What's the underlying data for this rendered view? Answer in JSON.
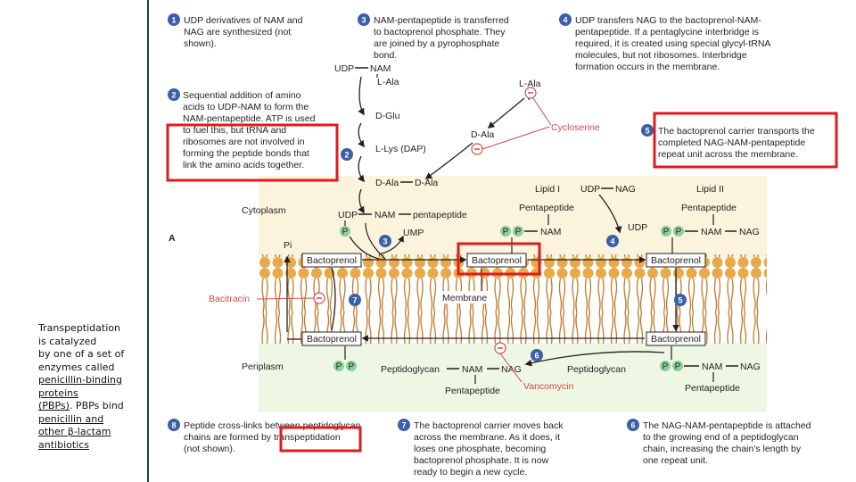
{
  "caption": {
    "line1": "Transpeptidation",
    "line2": "is catalyzed",
    "line3": "by one of a set of",
    "line4": "enzymes called",
    "line5": "penicillin-binding",
    "line6": "proteins",
    "line7a": "(PBPs)",
    "line7b": ". PBPs bind",
    "line8": "penicillin and",
    "line9": "other β-lactam",
    "line10": "antibiotics"
  },
  "steps": {
    "s1": {
      "num": "1",
      "l1": "UDP derivatives of NAM and",
      "l2": "NAG are synthesized (not",
      "l3": "shown)."
    },
    "s2": {
      "num": "2",
      "l1": "Sequential addition of amino",
      "l2": "acids to UDP-NAM to form the",
      "l3": "NAM-pentapeptide. ATP is used",
      "l4": "to fuel this, but tRNA and",
      "l5": "ribosomes are not involved in",
      "l6": "forming the peptide bonds that",
      "l7": "link the amino acids together."
    },
    "s3": {
      "num": "3",
      "l1": "NAM-pentapeptide is transferred",
      "l2": "to bactoprenol phosphate. They",
      "l3": "are joined by a pyrophosphate",
      "l4": "bond."
    },
    "s4": {
      "num": "4",
      "l1": "UDP transfers NAG to the bactoprenol-NAM-",
      "l2": "pentapeptide. If a pentaglycine interbridge is",
      "l3": "required, it is created using special glycyl-tRNA",
      "l4": "molecules, but not ribosomes. Interbridge",
      "l5": "formation occurs in the membrane."
    },
    "s5": {
      "num": "5",
      "l1": "The bactoprenol carrier transports the",
      "l2": "completed NAG-NAM-pentapeptide",
      "l3": "repeat unit across the membrane."
    },
    "s6": {
      "num": "6",
      "l1": "The NAG-NAM-pentapeptide is attached",
      "l2": "to the growing end of a peptidoglycan",
      "l3": "chain, increasing the chain's length  by",
      "l4": "one repeat unit."
    },
    "s7": {
      "num": "7",
      "l1": "The bactoprenol carrier moves back",
      "l2": "across the membrane. As it does, it",
      "l3": "loses one phosphate, becoming",
      "l4": "bactoprenol phosphate. It is now",
      "l5": "ready to begin a new cycle."
    },
    "s8": {
      "num": "8",
      "l1": "Peptide cross-links between peptidoglycan",
      "l2": "chains are formed by transpeptidation",
      "l3": "(not shown)."
    }
  },
  "labels": {
    "udp_nam_udp": "UDP",
    "udp_nam_nam": "NAM",
    "l_ala_chain": "L-Ala",
    "d_glu": "D-Glu",
    "l_lys": "L-Lys (DAP)",
    "d_ala_1": "D-Ala",
    "d_ala_2": "D-Ala",
    "l_ala_free": "L-Ala",
    "d_ala_free": "D-Ala",
    "cycloserine": "Cycloserine",
    "lipid1": "Lipid I",
    "lipid2": "Lipid II",
    "udp_nag_udp": "UDP",
    "udp_nag_nag": "NAG",
    "cytoplasm": "Cytoplasm",
    "periplasm": "Periplasm",
    "membrane": "Membrane",
    "panel": "A",
    "udp_mid": "UDP",
    "nam_mid": "NAM",
    "pentapeptide_mid": "pentapeptide",
    "ump": "UMP",
    "pi": "Pi",
    "pentapeptide_l1": "Pentapeptide",
    "nam_l1": "NAM",
    "udp_right": "UDP",
    "pentapeptide_l2": "Pentapeptide",
    "nam_l2": "NAM",
    "nag_l2": "NAG",
    "bactoprenol_1": "Bactoprenol",
    "bactoprenol_2": "Bactoprenol",
    "bactoprenol_3": "Bactoprenol",
    "bactoprenol_4": "Bactoprenol",
    "bactoprenol_5": "Bactoprenol",
    "bacitracin": "Bacitracin",
    "vancomycin": "Vancomycin",
    "pg_left": "Peptidoglycan",
    "nam_peri": "NAM",
    "nag_peri": "NAG",
    "pentapeptide_peri": "Pentapeptide",
    "pg_right": "Peptidoglycan",
    "nam_peri_r": "NAM",
    "nag_peri_r": "NAG",
    "pentapeptide_peri_r": "Pentapeptide",
    "p": "P"
  },
  "colors": {
    "step_badge": "#3b5fa8",
    "phosphate": "#8fcf9b",
    "highlight_box": "#e01b1b",
    "inhibitor": "#d24a4a",
    "membrane": "#e8a94a",
    "cytoplasm_bg": "#fbf3dc",
    "periplasm_bg": "#eef6e4"
  }
}
